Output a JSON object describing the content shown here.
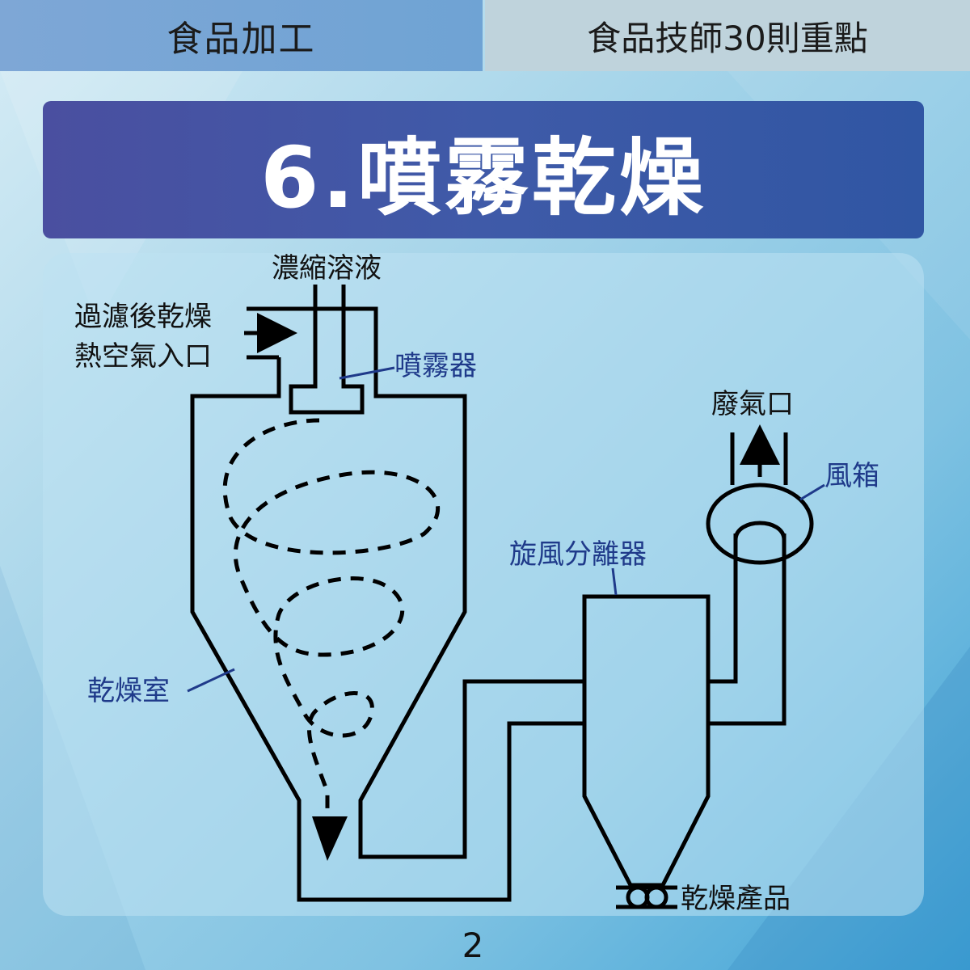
{
  "header": {
    "left_tab": "食品加工",
    "right_tab": "食品技師30則重點"
  },
  "title": "6.噴霧乾燥",
  "diagram": {
    "labels": {
      "feed": "濃縮溶液",
      "air_in_line1": "過濾後乾燥",
      "air_in_line2": "熱空氣入口",
      "atomizer": "噴霧器",
      "exhaust": "廢氣口",
      "fan_box": "風箱",
      "cyclone": "旋風分離器",
      "drying_chamber": "乾燥室",
      "product": "乾燥產品"
    },
    "colors": {
      "line": "#000000",
      "callout_text": "#1f3a8a",
      "plain_text": "#111111"
    }
  },
  "page_number": "2"
}
